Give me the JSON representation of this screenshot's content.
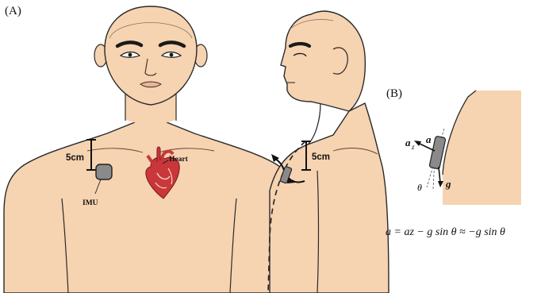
{
  "panels": {
    "a_label": "(A)",
    "b_label": "(B)"
  },
  "front": {
    "distance_label": "5cm",
    "heart_label": "Heart",
    "imu_label": "IMU"
  },
  "side": {
    "distance_label": "5cm"
  },
  "inset": {
    "vector_a": "a",
    "vector_az": "a",
    "vector_az_sub": "z",
    "vector_g": "g",
    "angle_label": "θ"
  },
  "equation": "a = az − g sin θ ≈ −g sin θ",
  "colors": {
    "skin": "#F6D3B1",
    "outline": "#2a2a2a",
    "heart": "#C9373A",
    "imu": "#8a8a8a"
  }
}
